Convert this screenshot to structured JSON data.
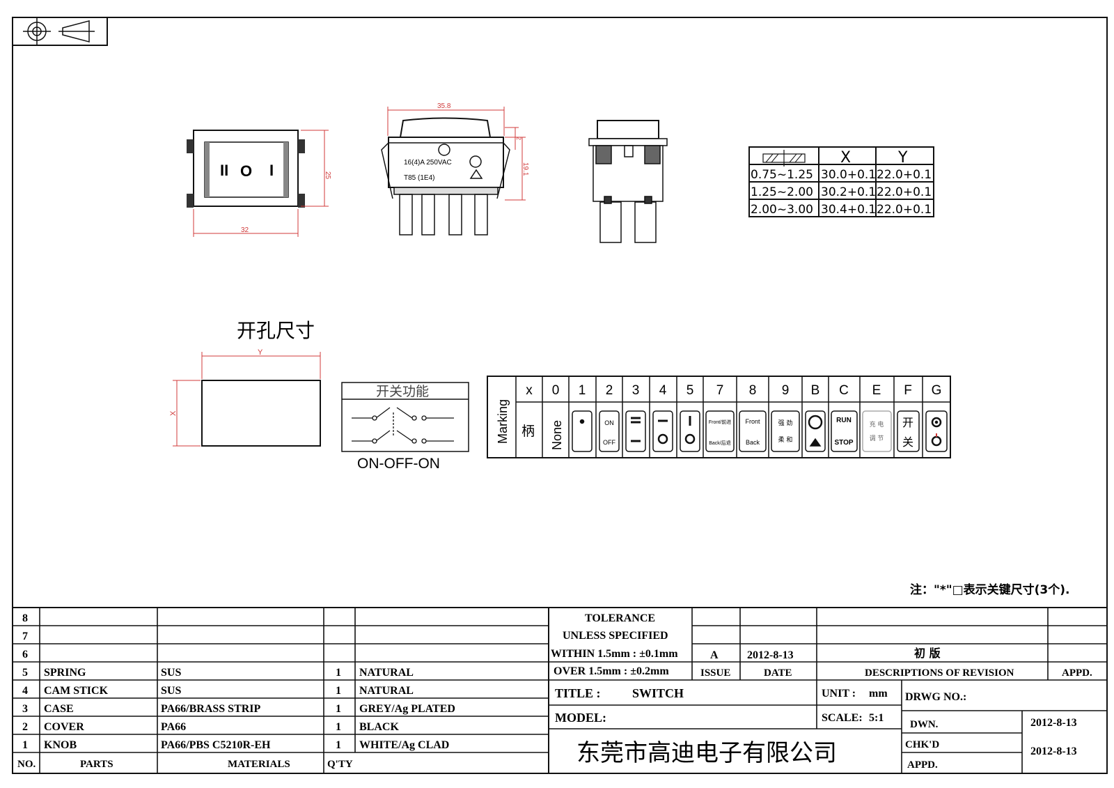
{
  "views": {
    "front_width": "32",
    "front_height": "25",
    "front_symbols": [
      "II",
      "O",
      "I"
    ],
    "side_width": "35.8",
    "side_dim_small": "2",
    "side_height": "19.1",
    "rating_line1": "16(4)A 250VAC",
    "rating_line2": "T85  (1E4)"
  },
  "thickness_table": {
    "headers": [
      "X",
      "Y"
    ],
    "rows": [
      [
        "0.75~1.25",
        "30.0+0.1",
        "22.0+0.1"
      ],
      [
        "1.25~2.00",
        "30.2+0.1",
        "22.0+0.1"
      ],
      [
        "2.00~3.00",
        "30.4+0.1",
        "22.0+0.1"
      ]
    ]
  },
  "cutout": {
    "title": "开孔尺寸",
    "width_label": "Y",
    "height_label": "X"
  },
  "switch_function": {
    "title": "开关功能",
    "mode": "ON-OFF-ON"
  },
  "marking": {
    "label": "Marking",
    "codes": [
      "x",
      "0",
      "1",
      "2",
      "3",
      "4",
      "5",
      "7",
      "8",
      "9",
      "B",
      "C",
      "E",
      "F",
      "G"
    ],
    "handle": "柄",
    "none": "None",
    "on": "ON",
    "off": "OFF",
    "front_back_cn": "Front/前进",
    "back_cn": "Back/后退",
    "front": "Front",
    "back": "Back",
    "strong": "强 劲",
    "soft": "柔 和",
    "run": "RUN",
    "stop": "STOP",
    "charge": "充 电",
    "adjust": "调 节",
    "open": "开",
    "close": "关"
  },
  "note": "注：\"*\"□表示关键尺寸(3个).",
  "parts": {
    "header": {
      "no": "NO.",
      "parts": "PARTS",
      "materials": "MATERIALS",
      "qty": "Q'TY"
    },
    "row_numbers": [
      "8",
      "7",
      "6"
    ],
    "rows": [
      {
        "no": "5",
        "part": "SPRING",
        "material": "SUS",
        "qty": "1",
        "finish": "NATURAL"
      },
      {
        "no": "4",
        "part": "CAM STICK",
        "material": "SUS",
        "qty": "1",
        "finish": "NATURAL"
      },
      {
        "no": "3",
        "part": "CASE",
        "material": "PA66/BRASS STRIP",
        "qty": "1",
        "finish": "GREY/Ag PLATED"
      },
      {
        "no": "2",
        "part": "COVER",
        "material": "PA66",
        "qty": "1",
        "finish": "BLACK"
      },
      {
        "no": "1",
        "part": "KNOB",
        "material": "PA66/PBS C5210R-EH",
        "qty": "1",
        "finish": "WHITE/Ag CLAD"
      }
    ]
  },
  "title_block": {
    "tolerance": "TOLERANCE",
    "unless": "UNLESS  SPECIFIED",
    "within": "WITHIN 1.5mm : ±0.1mm",
    "over": "OVER 1.5mm : ±0.2mm",
    "issue_value": "A",
    "issue_date": "2012-8-13",
    "revision_desc": "初  版",
    "issue": "ISSUE",
    "date": "DATE",
    "descriptions": "DESCRIPTIONS OF REVISION",
    "appd": "APPD.",
    "title_label": "TITLE :",
    "title_value": "SWITCH",
    "unit_label": "UNIT :",
    "unit_value": "mm",
    "drwg_no": "DRWG NO.:",
    "model": "MODEL:",
    "scale_label": "SCALE:",
    "scale_value": "5:1",
    "dwn": "DWN.",
    "dwn_date": "2012-8-13",
    "chkd": "CHK'D",
    "chkd_date": "2012-8-13",
    "appd2": "APPD.",
    "company": "东莞市高迪电子有限公司"
  }
}
